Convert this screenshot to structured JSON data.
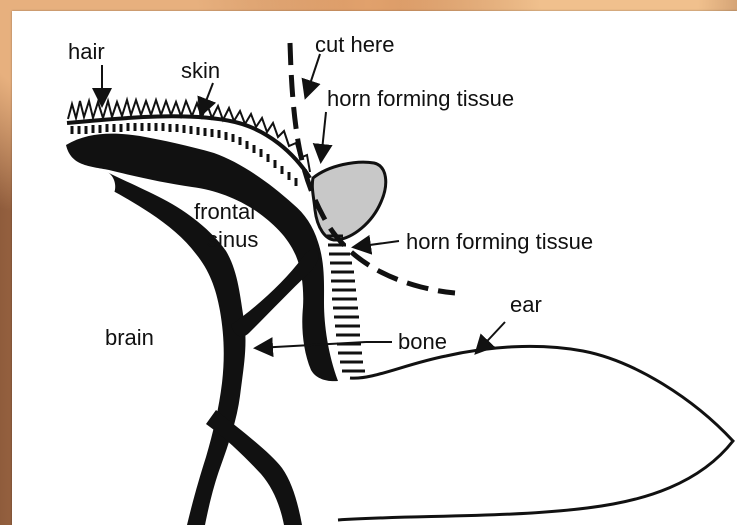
{
  "labels": {
    "hair": "hair",
    "skin": "skin",
    "cut_here": "cut here",
    "horn_forming_tissue_top": "horn forming tissue",
    "frontal": "frontal",
    "sinus": "sinus",
    "horn_forming_tissue_mid": "horn forming tissue",
    "ear": "ear",
    "brain": "brain",
    "bone": "bone"
  },
  "colors": {
    "ink": "#111111",
    "horn_bud": "#c8c8c8",
    "paper": "#ffffff",
    "background_brown": "#c98f5f"
  }
}
